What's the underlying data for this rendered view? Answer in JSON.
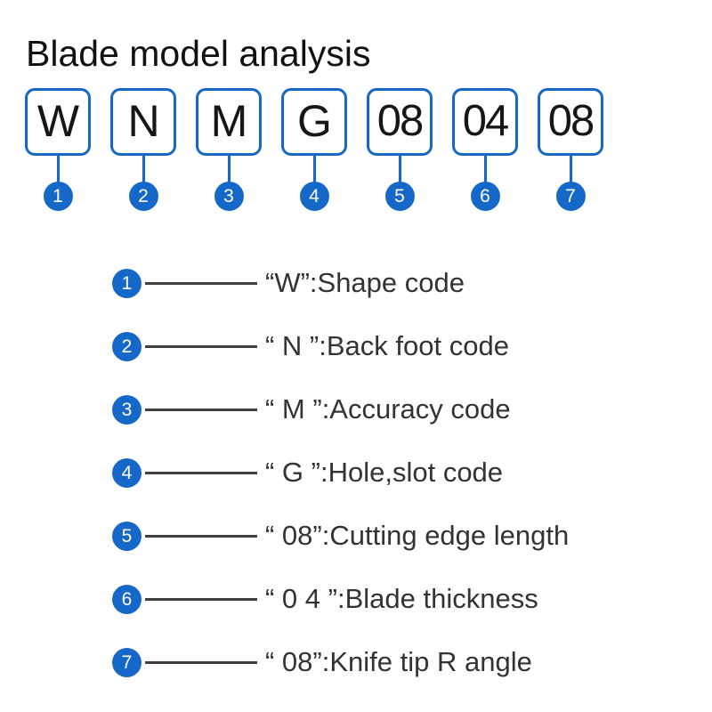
{
  "title": "Blade model analysis",
  "colors": {
    "accent_blue": "#1668c8",
    "box_border": "#1668c8",
    "text_dark": "#333333",
    "title_black": "#111111",
    "leader_line": "#3f3f3f",
    "background": "#ffffff",
    "badge_text": "#ffffff"
  },
  "code_sequence": {
    "full_code": "WNMG080408",
    "cells": [
      {
        "value": "W",
        "index": "1",
        "wide": false
      },
      {
        "value": "N",
        "index": "2",
        "wide": false
      },
      {
        "value": "M",
        "index": "3",
        "wide": false
      },
      {
        "value": "G",
        "index": "4",
        "wide": false
      },
      {
        "value": "08",
        "index": "5",
        "wide": true
      },
      {
        "value": "04",
        "index": "6",
        "wide": true
      },
      {
        "value": "08",
        "index": "7",
        "wide": true
      }
    ]
  },
  "legend": {
    "rows": [
      {
        "index": "1",
        "text": "“W”:Shape code"
      },
      {
        "index": "2",
        "text": "“ N ”:Back foot code"
      },
      {
        "index": "3",
        "text": "“ M ”:Accuracy code"
      },
      {
        "index": "4",
        "text": "“ G ”:Hole,slot code"
      },
      {
        "index": "5",
        "text": "“ 08”:Cutting edge length"
      },
      {
        "index": "6",
        "text": "“ 0 4 ”:Blade thickness"
      },
      {
        "index": "7",
        "text": "“ 08”:Knife tip R angle"
      }
    ]
  }
}
